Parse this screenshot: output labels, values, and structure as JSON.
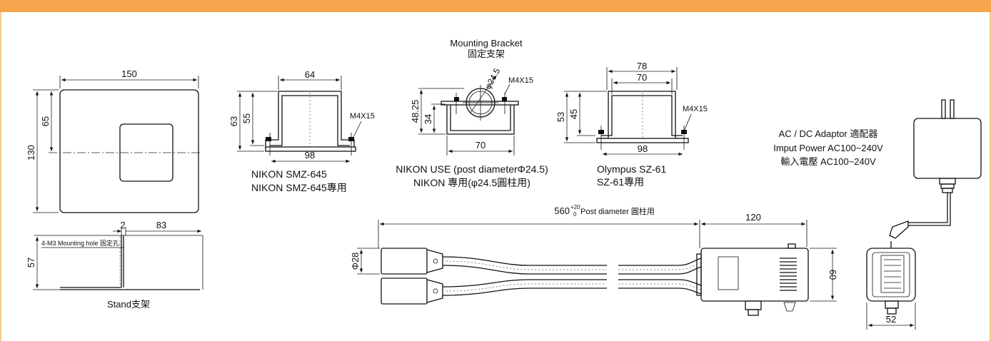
{
  "stand": {
    "top": {
      "width": "150",
      "height": "130",
      "half_height": "65"
    },
    "side": {
      "thickness": "2",
      "length": "83",
      "height": "57",
      "hole_note": "4-M3 Mounting hole 固定孔"
    },
    "caption": "Stand支架"
  },
  "nikon_smz645": {
    "top_width": "64",
    "height_outer": "63",
    "height_inner": "55",
    "base_width": "98",
    "screw": "M4X15",
    "caption_line1": "NIKON SMZ-645",
    "caption_line2": "NIKON SMZ-645專用"
  },
  "mounting_bracket": {
    "title_en": "Mounting Bracket",
    "title_zh": "固定支架",
    "diameter": "φ24.5",
    "screw": "M4X15",
    "height_outer": "48.25",
    "height_inner": "34",
    "base_width": "70",
    "caption_line1": "NIKON USE (post diameterΦ24.5)",
    "caption_line2": "NIKON 專用(φ24.5圓柱用)"
  },
  "olympus_sz61": {
    "top_width_outer": "78",
    "top_width_inner": "70",
    "height_outer": "53",
    "height_inner": "45",
    "base_width": "98",
    "screw": "M4X15",
    "caption_line1": "Olympus SZ-61",
    "caption_line2": "SZ-61專用"
  },
  "adaptor": {
    "line1": "AC / DC Adaptor 適配器",
    "line2": "Imput Power AC100~240V",
    "line3": "輸入電壓 AC100~240V"
  },
  "light_guide": {
    "length_main": "560",
    "tol_plus": "+20",
    "tol_minus": "0",
    "length_note": "Post diameter 圓柱用",
    "housing_length": "120",
    "tip_diameter": "Φ28",
    "housing_height": "60",
    "end_width": "52"
  },
  "colors": {
    "accent_bar": "#f6a54c",
    "side_border": "#f3c98b",
    "line": "#111111"
  }
}
